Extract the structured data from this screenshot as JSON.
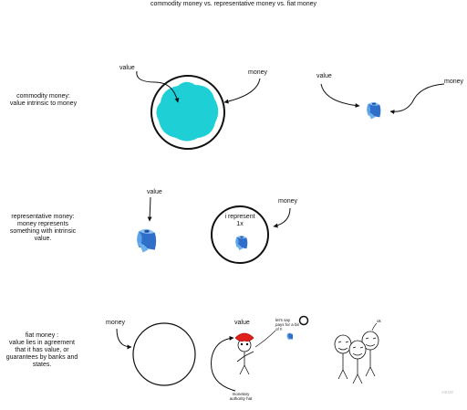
{
  "title": "commodity money vs. representative money vs. fiat money",
  "rows": {
    "commodity": {
      "caption": "commodity money:\nvalue intrinsic to money",
      "value_label_left": "value",
      "money_label_left": "money",
      "value_label_right": "value",
      "money_label_right": "money"
    },
    "representative": {
      "caption": "representative money:\nmoney represents\nsomething with intrinsic\nvalue.",
      "value_label": "value",
      "money_label": "money",
      "note_text": "i represent\n1x"
    },
    "fiat": {
      "caption": "fiat money :\nvalue lies in agreement\nthat it has value, or\nguarantees by banks and\nstates.",
      "money_label": "money",
      "value_label": "value",
      "hat_label": "monetary\nauthority hat",
      "speech_text": "let's say\npays for a bit\nof        !!",
      "crowd_reply": "ok",
      "watermark": "MEME"
    }
  },
  "colors": {
    "commodity_fill": "#1ecfd6",
    "toilet_paper": "#3b7fd8",
    "hat": "#e0201c",
    "line": "#111111"
  }
}
